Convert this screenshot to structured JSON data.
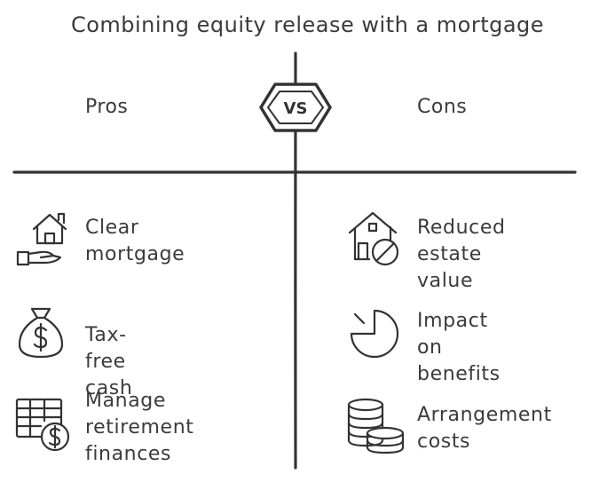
{
  "title": "Combining equity release with a mortgage",
  "badge": "VS",
  "pros": {
    "heading": "Pros",
    "items": [
      {
        "label": "Clear\nmortgage",
        "icon": "house-with-hand-icon"
      },
      {
        "label": "Tax-free cash",
        "icon": "money-bag-icon"
      },
      {
        "label": "Manage\nretirement\nfinances",
        "icon": "spreadsheet-coin-icon"
      }
    ]
  },
  "cons": {
    "heading": "Cons",
    "items": [
      {
        "label": "Reduced estate\nvalue",
        "icon": "house-no-icon"
      },
      {
        "label": "Impact on\nbenefits",
        "icon": "pie-chart-icon"
      },
      {
        "label": "Arrangement\ncosts",
        "icon": "coin-stack-icon"
      }
    ]
  },
  "colors": {
    "ink": "#3b3b3b",
    "line": "#333333"
  }
}
